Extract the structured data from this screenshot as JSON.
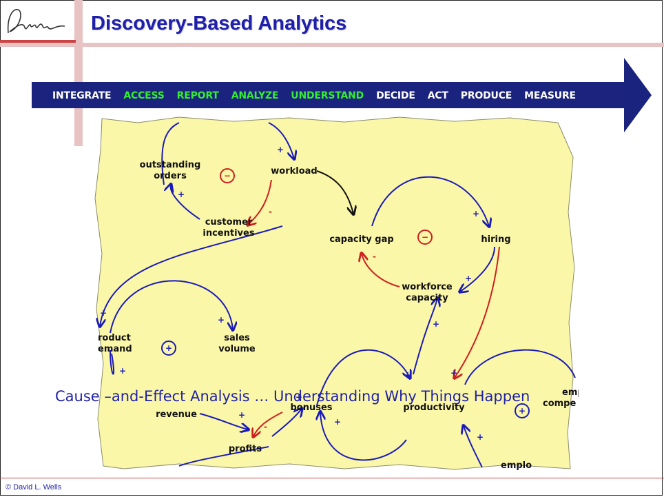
{
  "slide": {
    "title": "Discovery-Based Analytics",
    "caption": "Cause –and-Effect Analysis … Understanding Why Things Happen",
    "footer": "© David L. Wells"
  },
  "process": {
    "steps": [
      {
        "label": "INTEGRATE",
        "color": "#ffffff"
      },
      {
        "label": "ACCESS",
        "color": "#33ee33"
      },
      {
        "label": "REPORT",
        "color": "#33ee33"
      },
      {
        "label": "ANALYZE",
        "color": "#33ee33"
      },
      {
        "label": "UNDERSTAND",
        "color": "#33ee33"
      },
      {
        "label": "DECIDE",
        "color": "#ffffff"
      },
      {
        "label": "ACT",
        "color": "#ffffff"
      },
      {
        "label": "PRODUCE",
        "color": "#ffffff"
      },
      {
        "label": "MEASURE",
        "color": "#ffffff"
      }
    ]
  },
  "diagram": {
    "nodes": {
      "outstanding_1": "outstanding",
      "outstanding_2": "orders",
      "workload": "workload",
      "customer_1": "customer",
      "customer_2": "incentives",
      "capacity_gap": "capacity gap",
      "hiring": "hiring",
      "workforce_1": "workforce",
      "workforce_2": "capacity",
      "product_1": "roduct",
      "product_2": "emand",
      "sales_1": "sales",
      "sales_2": "volume",
      "revenue": "revenue",
      "bonuses": "bonuses",
      "productivity": "productivity",
      "profits": "profits",
      "comp_1": "emp",
      "comp_2": "compe",
      "employees": "emplo"
    },
    "loops": {
      "minus": "−",
      "plus": "+"
    }
  },
  "colors": {
    "title": "#1f1fa8",
    "arrow": "#1a237e",
    "paper": "#fbf7a8",
    "link_positive": "#1a1ab8",
    "link_negative": "#cc1f1f",
    "accent_bar": "#e8c3c3"
  }
}
